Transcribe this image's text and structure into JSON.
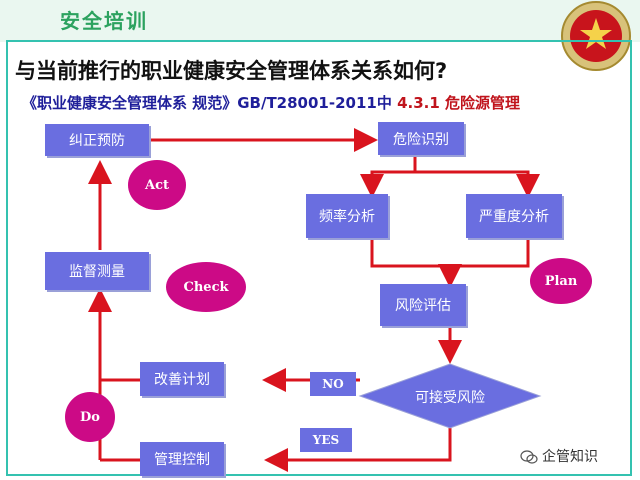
{
  "header": {
    "title": "安全培训"
  },
  "question": "与当前推行的职业健康安全管理体系关系如何?",
  "standard": {
    "prefix": "《职业健康安全管理体系  规范》GB/T28001-2011中 ",
    "clause": "4.3.1 危险源管理"
  },
  "boxes": {
    "corrective": "纠正预防",
    "hazard_id": "危险识别",
    "frequency": "频率分析",
    "severity": "严重度分析",
    "risk_eval": "风险评估",
    "acceptable": "可接受风险",
    "improve": "改善计划",
    "control": "管理控制",
    "monitor": "监督测量"
  },
  "pdca": {
    "act": "Act",
    "check": "Check",
    "plan": "Plan",
    "do": "Do"
  },
  "tags": {
    "no": "NO",
    "yes": "YES"
  },
  "watermark": "企管知识",
  "colors": {
    "box": "#6a6ee0",
    "ellipse": "#cc0a86",
    "arrow": "#d9141e",
    "frame": "#34c2b0",
    "title_green": "#2ca25f"
  }
}
